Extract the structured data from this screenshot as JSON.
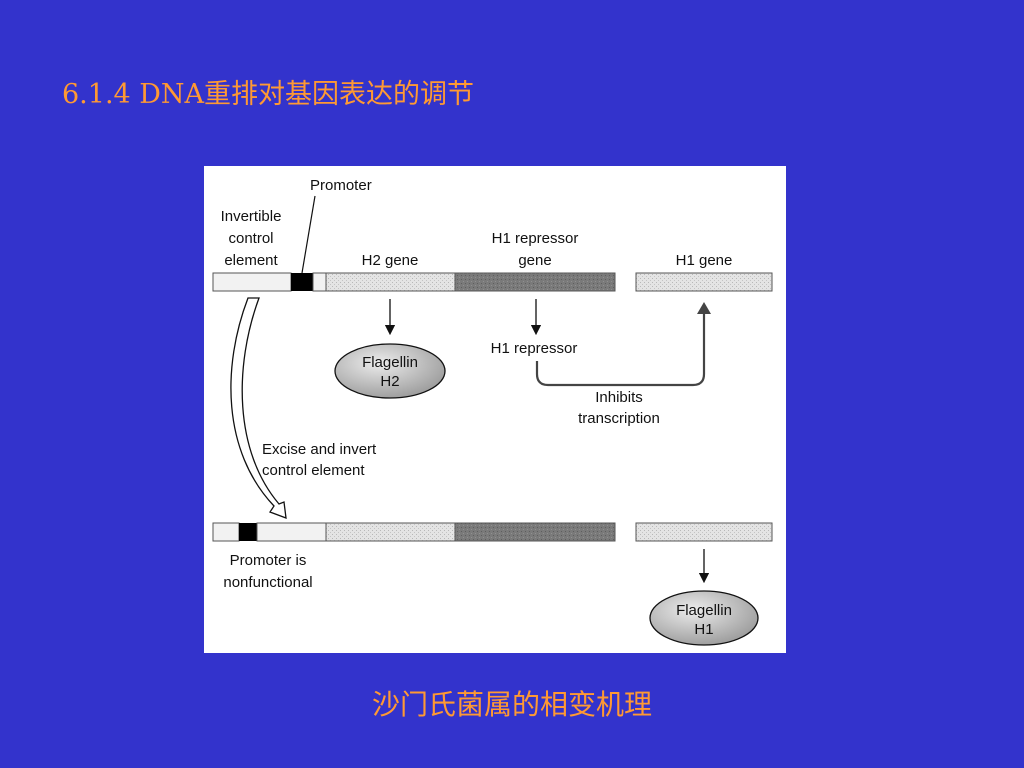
{
  "slide": {
    "title": "6.1.4 DNA重排对基因表达的调节",
    "caption": "沙门氏菌属的相变机理"
  },
  "figure": {
    "labels": {
      "promoter": "Promoter",
      "invertible_control_element": [
        "Invertible",
        "control",
        "element"
      ],
      "h2_gene": "H2 gene",
      "h1_repressor_gene": [
        "H1 repressor",
        "gene"
      ],
      "h1_gene": "H1 gene",
      "h1_repressor": "H1 repressor",
      "flagellin_h2": [
        "Flagellin",
        "H2"
      ],
      "inhibits_transcription": [
        "Inhibits",
        "transcription"
      ],
      "excise_invert": [
        "Excise and invert",
        "control element"
      ],
      "promoter_nonfunctional": [
        "Promoter is",
        "nonfunctional"
      ],
      "flagellin_h1": [
        "Flagellin",
        "H1"
      ]
    },
    "colors": {
      "slide_background": "#3333cc",
      "title_text": "#ff9933",
      "promoter_box": "#000000",
      "h1_repressor_gene_segment": "#7a7a7a",
      "gene_segment_light": "#d9d9d9",
      "flagellin_ellipse": "#c8c8c8"
    }
  }
}
